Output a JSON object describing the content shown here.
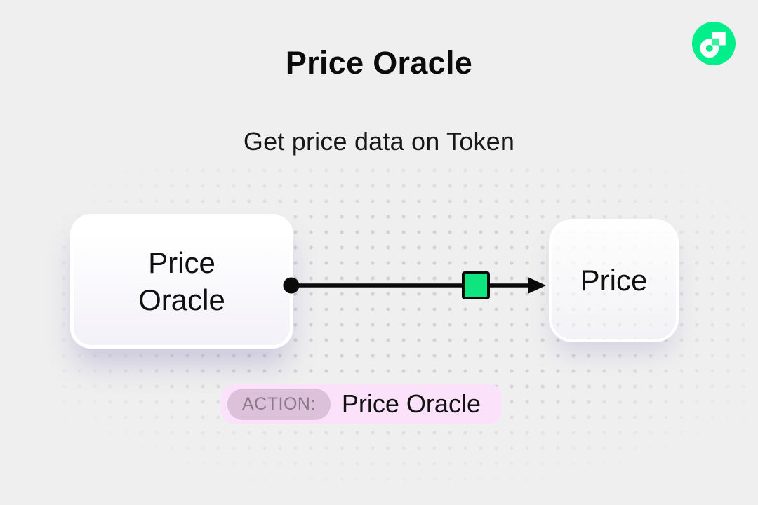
{
  "header": {
    "title": "Price Oracle",
    "subtitle": "Get price data on Token"
  },
  "diagram": {
    "source_node": {
      "label": "Price Oracle",
      "line1": "Price",
      "line2": "Oracle"
    },
    "target_node": {
      "label": "Price"
    }
  },
  "action_badge": {
    "label": "ACTION:",
    "value": "Price Oracle"
  },
  "colors": {
    "page-bg": "#efefef",
    "flow-green": "#00EF8B",
    "marker-green": "#0ee57f",
    "badge-bg": "#fbe2fa",
    "pill-bg": "#ddc0da",
    "pill-text": "#8b7b8a",
    "ink": "#0d0d0d",
    "dot": "#d2d1d5"
  }
}
